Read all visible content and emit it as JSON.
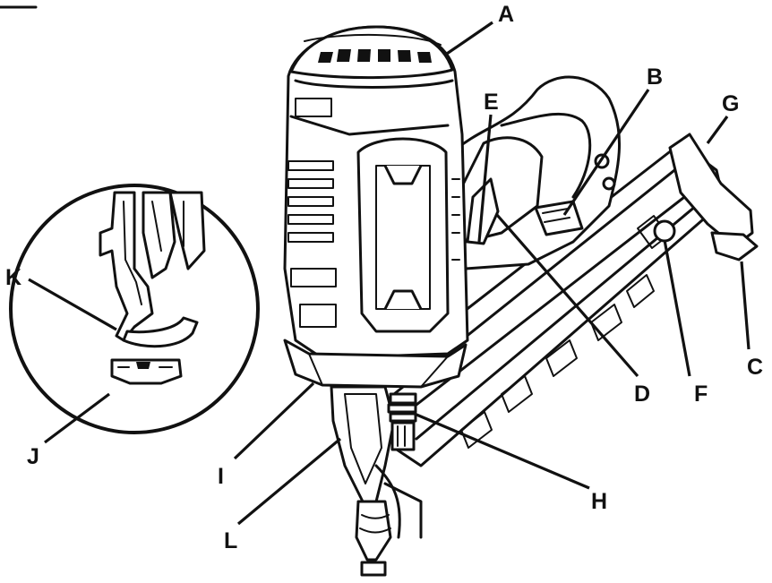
{
  "callouts": {
    "A": "A",
    "B": "B",
    "C": "C",
    "D": "D",
    "E": "E",
    "F": "F",
    "G": "G",
    "H": "H",
    "I": "I",
    "J": "J",
    "K": "K",
    "L": "L"
  }
}
